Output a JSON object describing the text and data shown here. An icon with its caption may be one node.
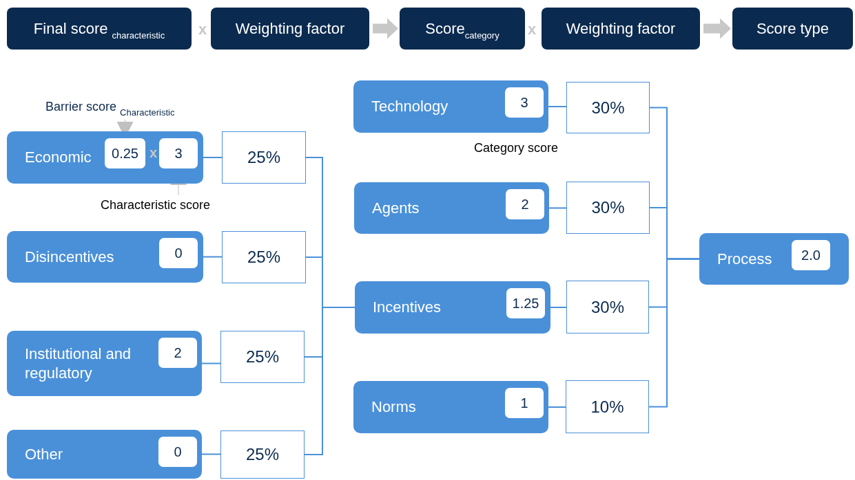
{
  "diagram": {
    "nodes": [
      {
        "text": [
          "Final score $_{characteristic}$"
        ]
      },
      {
        "text": [
          "Weighting factor"
        ]
      },
      {
        "text": [
          "Score$_{category}$"
        ]
      },
      {
        "text": [
          "Weighting factor"
        ]
      },
      {
        "text": [
          "Score type"
        ]
      },
      {
        "text": [
          "Economic"
        ]
      },
      {
        "text": [
          "0.25"
        ],
        "in": 5
      },
      {
        "text": [
          "3"
        ],
        "in": 5
      },
      {
        "text": [
          "25%"
        ]
      },
      {
        "text": [
          "Disincentives"
        ]
      },
      {
        "text": [
          "0"
        ],
        "in": 9
      },
      {
        "text": [
          "25%"
        ]
      },
      {
        "text": [
          "Institutional and regulatory"
        ]
      },
      {
        "text": [
          "2"
        ],
        "in": 12
      },
      {
        "text": [
          "25%"
        ]
      },
      {
        "text": [
          "Other"
        ]
      },
      {
        "text": [
          "0"
        ],
        "in": 15
      },
      {
        "text": [
          "25%"
        ]
      },
      {
        "text": [
          "Technology"
        ]
      },
      {
        "text": [
          "3"
        ],
        "in": 18
      },
      {
        "text": [
          "30%"
        ]
      },
      {
        "text": [
          "Agents"
        ]
      },
      {
        "text": [
          "2"
        ],
        "in": 21
      },
      {
        "text": [
          "30%"
        ]
      },
      {
        "text": [
          "Incentives"
        ]
      },
      {
        "text": [
          "1.25"
        ],
        "in": 24
      },
      {
        "text": [
          "30%"
        ]
      },
      {
        "text": [
          "Norms"
        ]
      },
      {
        "text": [
          "1"
        ],
        "in": 27
      },
      {
        "text": [
          "10%"
        ]
      },
      {
        "text": [
          "Process"
        ]
      },
      {
        "text": [
          "2.0"
        ],
        "in": 30
      },
      {
        "text": [
          "Barrier score $_{Characteristic}$"
        ]
      },
      {
        "text": [
          "Characteristic score"
        ]
      }
    ],
    "edges": [
      {
        "from": 1,
        "to": 2,
        "arrow": "to",
        "style": "thick",
        "color": "#c8c8c8"
      },
      {
        "from": 3,
        "to": 4,
        "arrow": "to",
        "style": "thick",
        "color": "#c8c8c8"
      },
      {
        "from": 32,
        "to": 6,
        "arrow": "to",
        "color": "#c0c0c0"
      },
      {
        "from": 33,
        "to": 7,
        "arrow": "to",
        "color": "#c0c0c0"
      },
      {
        "from": 5,
        "to": 8,
        "arrow": "none"
      },
      {
        "from": 9,
        "to": 11,
        "arrow": "none"
      },
      {
        "from": 12,
        "to": 14,
        "arrow": "none"
      },
      {
        "from": 15,
        "to": 17,
        "arrow": "none"
      },
      {
        "from": 8,
        "to": 24,
        "arrow": "none"
      },
      {
        "from": 11,
        "to": 24,
        "arrow": "none"
      },
      {
        "from": 14,
        "to": 24,
        "arrow": "none"
      },
      {
        "from": 17,
        "to": 24,
        "arrow": "none"
      },
      {
        "from": 18,
        "to": 20,
        "arrow": "none"
      },
      {
        "from": 21,
        "to": 23,
        "arrow": "none"
      },
      {
        "from": 24,
        "to": 26,
        "arrow": "none"
      },
      {
        "from": 27,
        "to": 29,
        "arrow": "none"
      },
      {
        "from": 20,
        "to": 30,
        "arrow": "none"
      },
      {
        "from": 23,
        "to": 30,
        "arrow": "none"
      },
      {
        "from": 26,
        "to": 30,
        "arrow": "none"
      },
      {
        "from": 29,
        "to": 30,
        "arrow": "none"
      }
    ],
    "labels": [
      "x",
      "x",
      "Category score",
      "x"
    ]
  }
}
